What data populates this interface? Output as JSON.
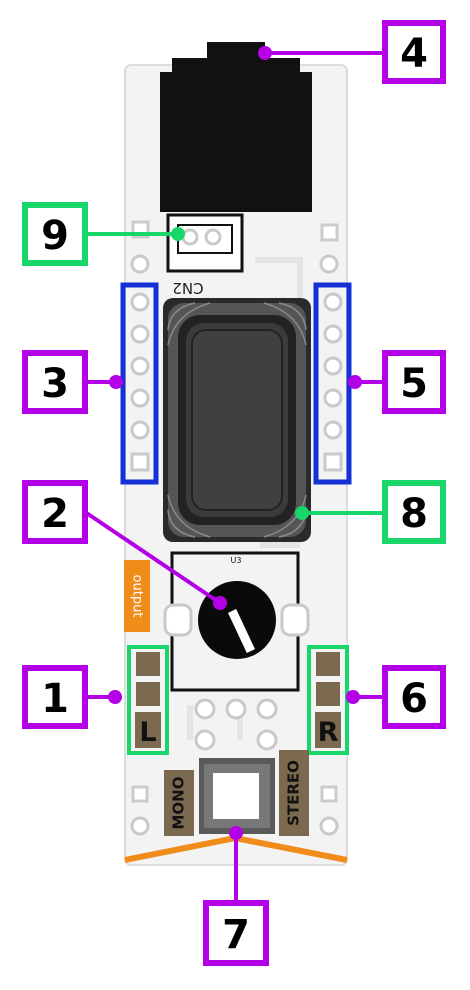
{
  "board": {
    "connector_label": "CN2",
    "chip_label": "U3",
    "output_label": "output",
    "left_pad_label": "L",
    "right_pad_label": "R",
    "switch_left_label": "MONO",
    "switch_right_label": "STEREO"
  },
  "callouts": {
    "c1": "1",
    "c2": "2",
    "c3": "3",
    "c4": "4",
    "c5": "5",
    "c6": "6",
    "c7": "7",
    "c8": "8",
    "c9": "9"
  },
  "colors": {
    "callout_purple": "#b400e6",
    "callout_green": "#19d66b",
    "header_blue": "#1430d6",
    "output_orange": "#f08c1a",
    "pad_brown": "#7c6a50"
  }
}
